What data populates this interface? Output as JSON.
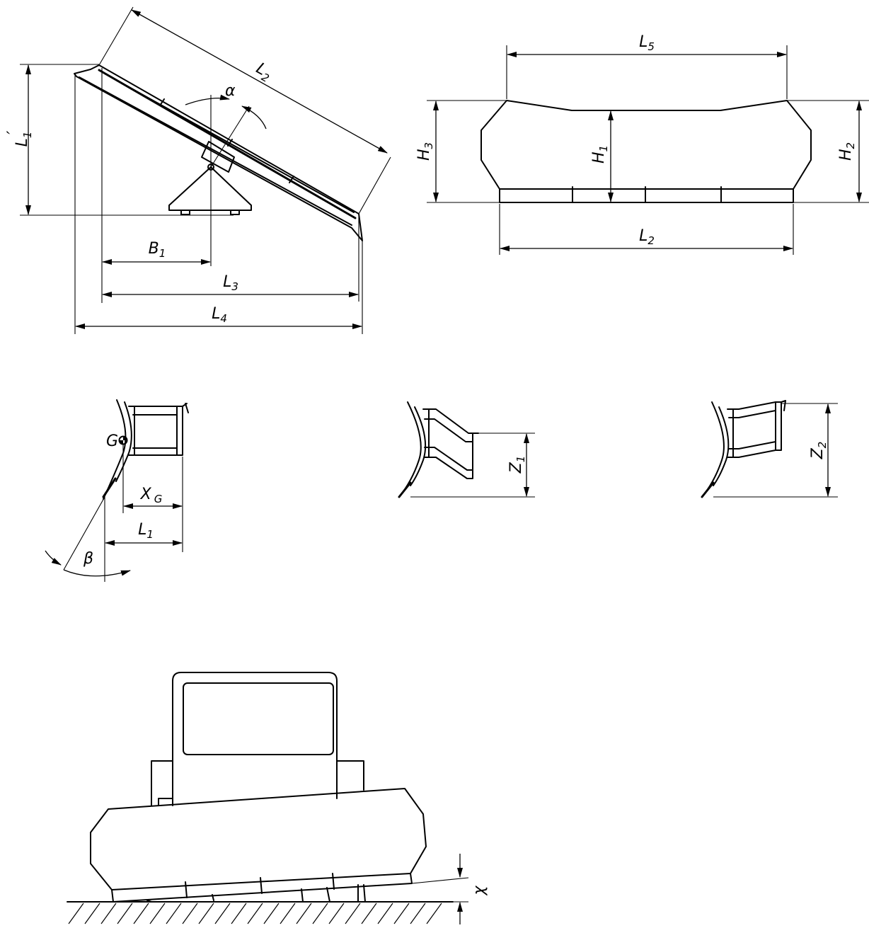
{
  "labels": {
    "L2_top": "L",
    "L2_top_sub": "2",
    "alpha": "α",
    "L1_prime": "L",
    "L1_prime_sub": "1",
    "L1_prime_mark": "′",
    "B1": "B",
    "B1_sub": "1",
    "L3": "L",
    "L3_sub": "3",
    "L4": "L",
    "L4_sub": "4",
    "L5": "L",
    "L5_sub": "5",
    "H3": "H",
    "H3_sub": "3",
    "H1": "H",
    "H1_sub": "1",
    "H2": "H",
    "H2_sub": "2",
    "L2_front": "L",
    "L2_front_sub": "2",
    "G": "G",
    "XG": "X",
    "XG_sub": "G",
    "L1": "L",
    "L1_sub": "1",
    "beta": "β",
    "Z1": "Z",
    "Z1_sub": "1",
    "Z2": "Z",
    "Z2_sub": "2",
    "chi": "χ"
  },
  "colors": {
    "line": "#000000",
    "background": "#ffffff"
  }
}
